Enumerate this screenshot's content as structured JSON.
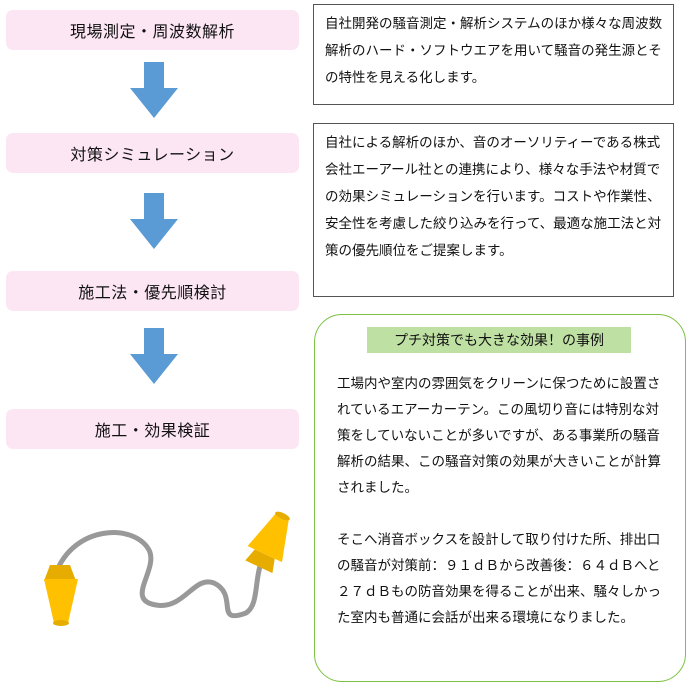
{
  "steps": [
    {
      "label": "現場測定・周波数解析"
    },
    {
      "label": "対策シミュレーション"
    },
    {
      "label": "施工法・優先順検討"
    },
    {
      "label": "施工・効果検証"
    }
  ],
  "descriptions": [
    {
      "text": "自社開発の騒音測定・解析システムのほか様々な周波数解析のハード・ソフトウエアを用いて騒音の発生源とその特性を見える化します。"
    },
    {
      "text": "自社による解析のほか、音のオーソリティーである株式会社エーアール社との連携により、様々な手法や材質での効果シミュレーションを行います。コストや作業性、安全性を考慮した絞り込みを行って、最適な施工法と対策の優先順位をご提案します。"
    }
  ],
  "case_study": {
    "title": "プチ対策でも大きな効果！の事例",
    "paragraphs": [
      "工場内や室内の雰囲気をクリーンに保つために設置されているエアーカーテン。この風切り音には特別な対策をしていないことが多いですが、ある事業所の騒音解析の結果、この騒音対策の効果が大きいことが計算されました。",
      "そこへ消音ボックスを設計して取り付けた所、排出口の騒音が対策前：９１ｄＢから改善後：６４ｄＢへと２７ｄＢもの防音効果を得ることが出来、騒々しかった室内も普通に会話が出来る環境になりました。"
    ]
  },
  "colors": {
    "step_bg": "#fce6f4",
    "arrow": "#5b9bd5",
    "case_border": "#7bc142",
    "case_title_bg": "#bfe0a3",
    "earplug": "#ffc000",
    "cord": "#999999"
  },
  "icons": [
    "down-arrow-icon",
    "earplugs-illustration"
  ]
}
